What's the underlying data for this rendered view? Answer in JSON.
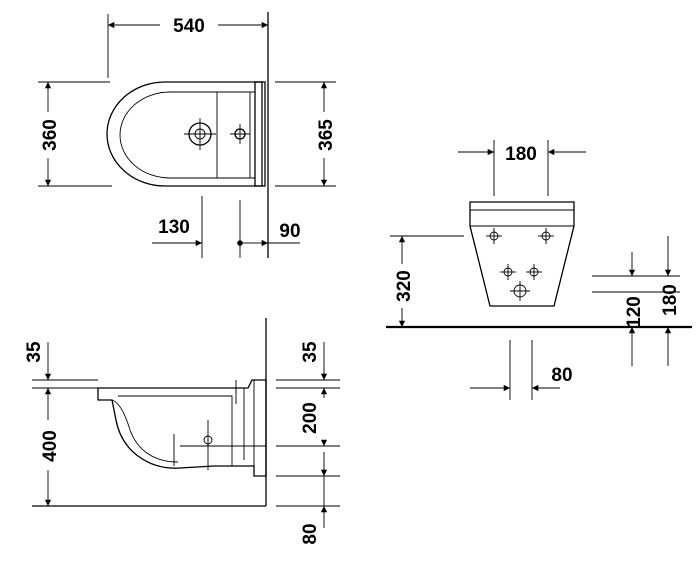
{
  "top_view": {
    "overall_length": "540",
    "width_left": "360",
    "width_right": "365",
    "hole_offset": "130",
    "wall_gap": "90"
  },
  "side_view": {
    "rim_offset_left": "35",
    "rim_offset_right": "35",
    "height_total": "400",
    "fixing_height": "200",
    "floor_clearance": "80"
  },
  "front_view": {
    "top_width": "180",
    "height_floor": "320",
    "lower_fixing": "120",
    "upper_fixing": "180",
    "base_width": "80"
  },
  "colors": {
    "line": "#000000",
    "background": "#ffffff"
  }
}
